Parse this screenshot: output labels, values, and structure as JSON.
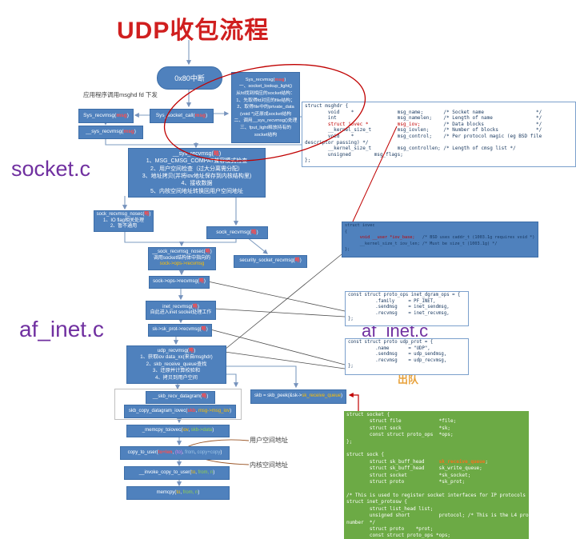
{
  "title": "UDP收包流程",
  "labels": {
    "app_call": "应用程序调用msghd fd 下发",
    "socket_c": "socket.c",
    "af_inet_left": "af_inet.c",
    "af_inet_right": "af_inet.c",
    "dequeue": "出队",
    "user_space": "用户空间地址",
    "kernel_space": "内核空间地址"
  },
  "flow": {
    "interrupt": "0x80中断",
    "sys_socket_call": [
      {
        "t": "Sys_socket_call(",
        "c": "w"
      },
      {
        "t": "msg",
        "c": "r"
      },
      {
        "t": ")",
        "c": "w"
      }
    ],
    "sys_recvmsg": [
      {
        "t": "Sys_recvmsg(",
        "c": "w"
      },
      {
        "t": "msg",
        "c": "r"
      },
      {
        "t": ")",
        "c": "w"
      }
    ],
    "sys_recvmsg_inner": [
      {
        "t": "__sys_recvmsg(",
        "c": "w"
      },
      {
        "t": "msg",
        "c": "r"
      },
      {
        "t": ")",
        "c": "w"
      }
    ],
    "sys_recvmsg_detail": [
      [
        {
          "t": "Sys_recvmsg(",
          "c": "w"
        },
        {
          "t": "msg",
          "c": "r"
        },
        {
          "t": ")",
          "c": "w"
        }
      ],
      [
        "一、socket_lookup_light()"
      ],
      [
        "从fd找到相应的socket结构："
      ],
      [
        "1、先取得fd对应的file结构；"
      ],
      [
        "2、取得file中的private_data"
      ],
      [
        "(void *)还原成socket结构"
      ],
      [
        "二、调用__sys_recvmsg()处理"
      ],
      [
        "三、fput_light释放持有的"
      ],
      [
        "socket结构"
      ]
    ],
    "sys_recvmsg_steps": [
      [
        {
          "t": "__sys_recvmsg(",
          "c": "w"
        },
        {
          "t": "略",
          "c": "r"
        },
        {
          "t": ")",
          "c": "w"
        }
      ],
      [
        "1、MSG_CMSG_COMPAT兼容模式检查"
      ],
      [
        "2、用户空间检查（过大分离需分配）"
      ],
      [
        "3、地址拷贝(并将iov地址保存到内核结构里)"
      ],
      [
        "4、接收数据"
      ],
      [
        "5、内核空间地址转换回用户空间地址"
      ]
    ],
    "sock_recvmsg_nosec": [
      [
        {
          "t": "sock_recvmsg_nosec(",
          "c": "w"
        },
        {
          "t": "略",
          "c": "r"
        },
        {
          "t": ")",
          "c": "w"
        }
      ],
      [
        "1、IO flag相关处理"
      ],
      [
        "2、暂不通用"
      ]
    ],
    "sock_recvmsg": [
      {
        "t": "sock_recvmsg(",
        "c": "w"
      },
      {
        "t": "略",
        "c": "r"
      },
      {
        "t": ")",
        "c": "w"
      }
    ],
    "sock_recvmsg_nosec2": [
      [
        {
          "t": "__sock_recvmsg_nosec(",
          "c": "w"
        },
        {
          "t": "略",
          "c": "r"
        },
        {
          "t": ")",
          "c": "w"
        }
      ],
      [
        "调用socket结构体中指向的"
      ],
      [
        {
          "t": "sock->ops->recvmsg",
          "c": "o"
        }
      ]
    ],
    "security_socket_recvmsg": [
      {
        "t": "security_socket_recvmsg(",
        "c": "w"
      },
      {
        "t": "略",
        "c": "r"
      },
      {
        "t": ")",
        "c": "w"
      }
    ],
    "sock_ops_recvmsg": [
      {
        "t": "sock->ops->recvmsg(",
        "c": "w"
      },
      {
        "t": "略",
        "c": "r"
      },
      {
        "t": ")",
        "c": "w"
      }
    ],
    "inet_recvmsg": [
      [
        {
          "t": "inet_recvmsg(",
          "c": "w"
        },
        {
          "t": "略",
          "c": "r"
        },
        {
          "t": ")",
          "c": "w"
        }
      ],
      [
        "自此进入inet socket处理工作"
      ]
    ],
    "sk_prot_recvmsg": [
      {
        "t": "sk->sk_prot->recvmsg(",
        "c": "w"
      },
      {
        "t": "略",
        "c": "r"
      },
      {
        "t": ")",
        "c": "w"
      }
    ],
    "udp_recvmsg": [
      [
        {
          "t": "udp_recvmsg(",
          "c": "w"
        },
        {
          "t": "略",
          "c": "r"
        },
        {
          "t": ")",
          "c": "w"
        }
      ],
      [
        "1、获取iov data_xx(来自msghdr)"
      ],
      [
        "2、skb_receive_queue查找"
      ],
      [
        "3、还原并计算校验和"
      ],
      [
        "4、拷贝到用户空间"
      ]
    ],
    "skb_recv_datagram": [
      {
        "t": "__skb_recv_datagram(",
        "c": "w"
      },
      {
        "t": "略",
        "c": "r"
      },
      {
        "t": ")",
        "c": "w"
      }
    ],
    "skb_copy_datagram_iovec": [
      {
        "t": "skb_copy_datagram_iovec(",
        "c": "w"
      },
      {
        "t": "skb",
        "c": "r"
      },
      {
        "t": ", ",
        "c": "w"
      },
      {
        "t": "msg->msg_iov",
        "c": "o"
      },
      {
        "t": ")",
        "c": "w"
      }
    ],
    "skb_peek": [
      {
        "t": "skb = skb_peek(&sk->",
        "c": "w"
      },
      {
        "t": "sk_receive_queue",
        "c": "o"
      },
      {
        "t": ")",
        "c": "w"
      }
    ],
    "memcpy_toiovec": [
      {
        "t": "_memcpy_toiovec(",
        "c": "w"
      },
      {
        "t": "iov",
        "c": "o"
      },
      {
        "t": ", ",
        "c": "w"
      },
      {
        "t": "skb->data",
        "c": "g"
      },
      {
        "t": ")",
        "c": "w"
      }
    ],
    "copy_to_user": [
      {
        "t": "copy_to_user(",
        "c": "w"
      },
      {
        "t": "to+len",
        "c": "r"
      },
      {
        "t": ", ",
        "c": "w"
      },
      {
        "t": "(to)",
        "c": "v"
      },
      {
        "t": ", ",
        "c": "w"
      },
      {
        "t": "from",
        "c": "c"
      },
      {
        "t": ", ",
        "c": "w"
      },
      {
        "t": "copy+copy",
        "c": "c"
      },
      {
        "t": ")",
        "c": "w"
      }
    ],
    "invoke_copy_to_user": [
      {
        "t": "__invoke_copy_to_user(",
        "c": "w"
      },
      {
        "t": "to",
        "c": "o"
      },
      {
        "t": ", ",
        "c": "w"
      },
      {
        "t": "from, n",
        "c": "g"
      },
      {
        "t": ")",
        "c": "w"
      }
    ],
    "memcpy": [
      {
        "t": "memcpy(",
        "c": "w"
      },
      {
        "t": "to",
        "c": "o"
      },
      {
        "t": ", ",
        "c": "w"
      },
      {
        "t": "from, n",
        "c": "g"
      },
      {
        "t": ")",
        "c": "w"
      }
    ]
  },
  "code": {
    "msghdr": [
      [
        "struct msghdr {"
      ],
      [
        "        void    *               msg_name;       /* Socket name                  */"
      ],
      [
        "        int                     msg_namelen;    /* Length of name               */"
      ],
      [
        {
          "t": "        ",
          "c": "n"
        },
        {
          "t": "struct iovec *",
          "c": "rd"
        },
        {
          "t": "          ",
          "c": "n"
        },
        {
          "t": "msg_iov;",
          "c": "rd"
        },
        {
          "t": "        /* Data blocks                  */",
          "c": "n"
        }
      ],
      [
        "        __kernel_size_t         msg_iovlen;     /* Number of blocks             */"
      ],
      [
        "        void    *               msg_control;    /* Per protocol magic (eg BSD file"
      ],
      [
        "descriptor passing) */"
      ],
      [
        "        __kernel_size_t         msg_controllen; /* Length of cmsg list */"
      ],
      [
        "        unsigned        msg_flags;"
      ],
      [
        "};"
      ]
    ],
    "iovec": [
      [
        "struct iovec"
      ],
      [
        "{"
      ],
      [
        {
          "t": "      ",
          "c": "n"
        },
        {
          "t": "void __user *iov_base;",
          "c": "rd"
        },
        {
          "t": "   /* BSD uses caddr_t (1003.1g requires void *) */",
          "c": "n"
        }
      ],
      [
        "      __kernel_size_t iov_len; /* Must be size_t (1003.1g) */"
      ],
      [
        "};"
      ]
    ],
    "inet_dgram_ops": [
      [
        "const struct proto_ops inet_dgram_ops = {"
      ],
      [
        "          .family     = PF_INET,"
      ],
      [
        "          .sendmsg    = inet_sendmsg,"
      ],
      [
        "          .recvmsg    = inet_recvmsg,"
      ],
      [
        "};"
      ]
    ],
    "udp_prot": [
      [
        "const struct proto udp_prot = {"
      ],
      [
        "          .name       = \"UDP\","
      ],
      [
        "          .sendmsg    = udp_sendmsg,"
      ],
      [
        "          .recvmsg    = udp_recvmsg,"
      ],
      [
        "};"
      ]
    ],
    "sock_structs": [
      [
        "struct socket {"
      ],
      [
        "        struct file             *file;"
      ],
      [
        "        struct sock             *sk;"
      ],
      [
        "        const struct proto_ops  *ops;"
      ],
      [
        "};"
      ],
      [
        " "
      ],
      [
        "struct sock {"
      ],
      [
        {
          "t": "        struct sk_buff_head     ",
          "c": "wg"
        },
        {
          "t": "sk_receive_queue",
          "c": "o2"
        },
        {
          "t": ";",
          "c": "wg"
        }
      ],
      [
        "        struct sk_buff_head     sk_write_queue;"
      ],
      [
        "        struct socket           *sk_socket;"
      ],
      [
        "        struct proto            *sk_prot;"
      ],
      [
        " "
      ],
      [
        "/* This is used to register socket interfaces for IP protocols  */"
      ],
      [
        "struct inet_protosw {"
      ],
      [
        "        struct list_head list;"
      ],
      [
        "        unsigned short          protocol; /* This is the L4 protocol"
      ],
      [
        "number  */"
      ],
      [
        "        struct proto    *prot;"
      ],
      [
        "        const struct proto_ops *ops;"
      ]
    ]
  },
  "colors": {
    "node_blue": "#4f81bd",
    "struct_green": "#6caa45",
    "title_red": "#d01f1f",
    "label_purple": "#7030a0",
    "accent_red": "#c00000",
    "highlight_orange": "#ffc000",
    "dequeue_orange": "#e8a23c"
  }
}
